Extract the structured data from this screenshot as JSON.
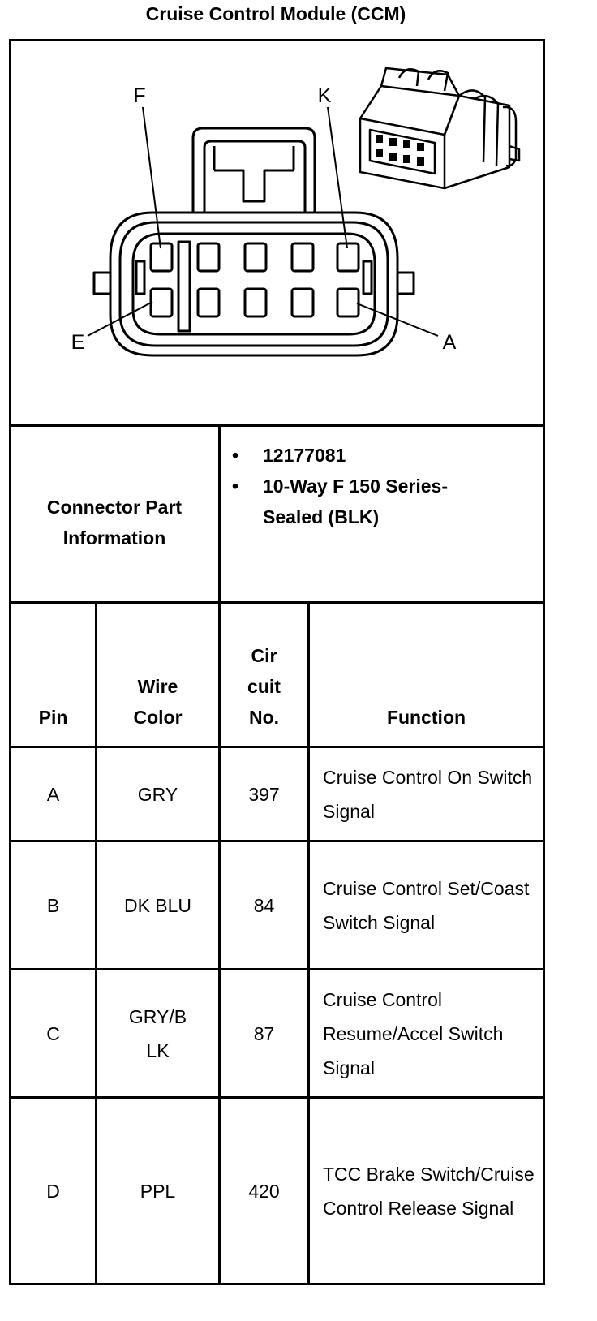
{
  "title": "Cruise Control Module (CCM)",
  "diagram": {
    "pin_labels": {
      "top_left": "F",
      "top_right": "K",
      "bottom_left": "E",
      "bottom_right": "A"
    }
  },
  "connector_info": {
    "label": "Connector Part Information",
    "items": [
      "12177081",
      "10-Way F 150 Series-Sealed (BLK)"
    ]
  },
  "table": {
    "headers": {
      "pin": "Pin",
      "wire": "Wire Color",
      "circuit": "Cir cuit No.",
      "function": "Function"
    },
    "rows": [
      {
        "pin": "A",
        "wire": "GRY",
        "circuit": "397",
        "function": "Cruise Control On Switch Signal"
      },
      {
        "pin": "B",
        "wire": "DK BLU",
        "circuit": "84",
        "function": "Cruise Control Set/Coast Switch Signal"
      },
      {
        "pin": "C",
        "wire": "GRY/B LK",
        "circuit": "87",
        "function": "Cruise Control Resume/Accel Switch Signal"
      },
      {
        "pin": "D",
        "wire": "PPL",
        "circuit": "420",
        "function": "TCC Brake Switch/Cruise Control Release Signal"
      }
    ]
  }
}
